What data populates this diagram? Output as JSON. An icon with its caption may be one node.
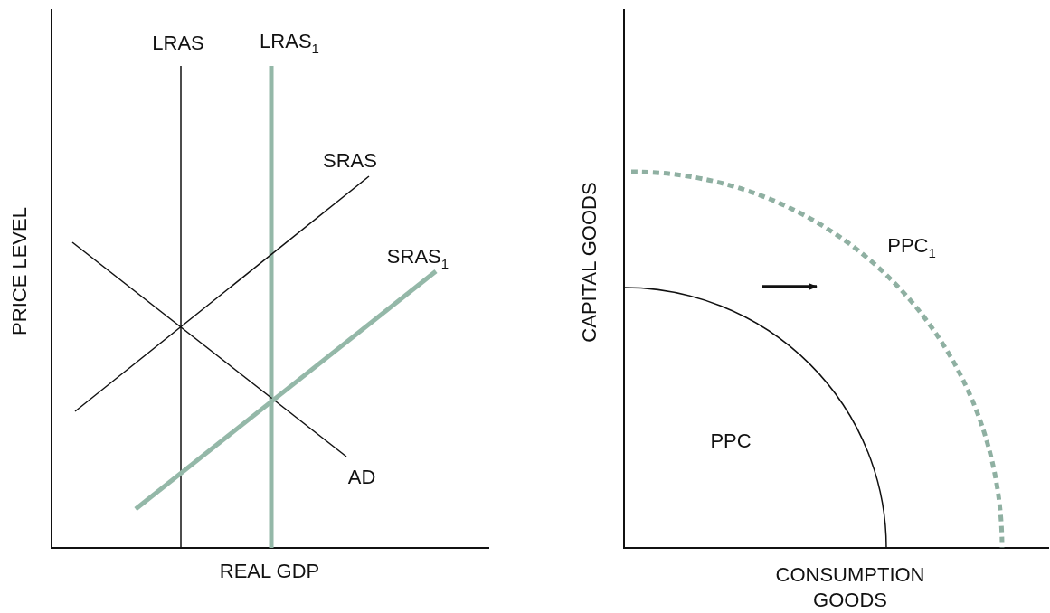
{
  "diagram": {
    "labels": [
      "LRAS",
      "LRAS$_{1}$",
      "SRAS",
      "SRAS$_{1}$",
      "PRICE LEVEL",
      "AD",
      "REAL GDP",
      "CAPITAL GOODS",
      "PPC$_{1}$",
      "PPC",
      "CONSUMPTION GOODS"
    ]
  }
}
